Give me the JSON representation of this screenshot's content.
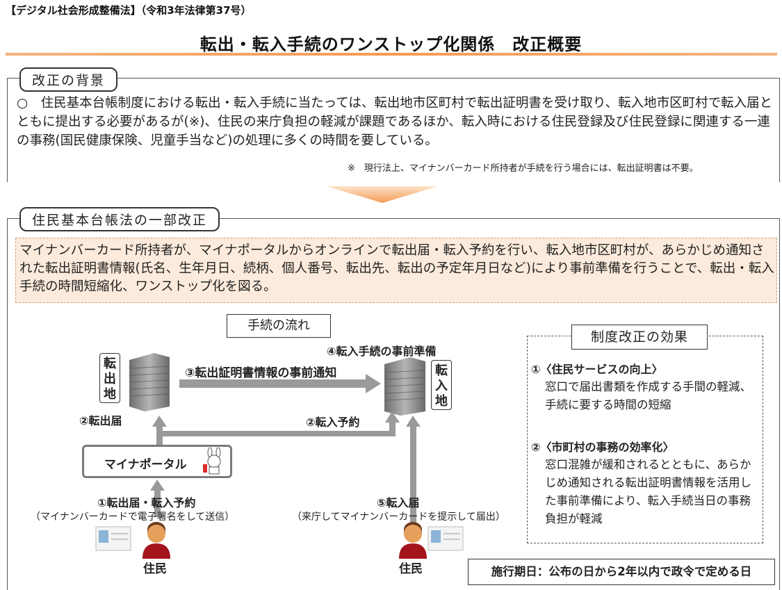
{
  "header": {
    "law_label": "【デジタル社会形成整備法】（令和3年法律第37号）",
    "title": "転出・転入手続のワンストップ化関係　改正概要"
  },
  "background": {
    "tag": "改正の背景",
    "text": "○　住民基本台帳制度における転出・転入手続に当たっては、転出地市区町村で転出証明書を受け取り、転入地市区町村で転入届とともに提出する必要があるが(※)、住民の来庁負担の軽減が課題であるほか、転入時における住民登録及び住民登録に関連する一連の事務(国民健康保険、児童手当など)の処理に多くの時間を要している。",
    "note": "※　現行法上、マイナンバーカード所持者が手続を行う場合には、転出証明書は不要。"
  },
  "revision": {
    "tag": "住民基本台帳法の一部改正",
    "summary": "マイナンバーカード所持者が、マイナポータルからオンラインで転出届・転入予約を行い、転入地市区町村が、あらかじめ通知された転出証明書情報(氏名、生年月日、続柄、個人番号、転出先、転出の予定年月日など)により事前準備を行うことで、転出・転入手続の時間短縮化、ワンストップ化を図る。"
  },
  "flow": {
    "title": "手続の流れ",
    "origin_label": "転出地",
    "dest_label": "転入地",
    "step4": "④転入手続の事前準備",
    "step3": "③転出証明書情報の事前通知",
    "step2a": "②転出届",
    "step2b": "②転入予約",
    "portal": "マイナポータル",
    "step1": "①転出届・転入予約",
    "step1_sub": "（マイナンバーカードで電子署名をして送信）",
    "step5": "⑤転入届",
    "step5_sub": "（来庁してマイナンバーカードを提示して届出）",
    "resident_left": "住民",
    "resident_right": "住民"
  },
  "effects": {
    "title": "制度改正の効果",
    "item1_head": "①〈住民サービスの向上〉",
    "item1_body": "窓口で届出書類を作成する手間の軽減、手続に要する時間の短縮",
    "item2_head": "②〈市町村の事務の効率化〉",
    "item2_body": "窓口混雑が緩和されるとともに、あらかじめ通知される転出証明書情報を活用した事前準備により、転入手続当日の事務負担が軽減"
  },
  "enforcement": "施行期日：公布の日から2年以内で政令で定める日",
  "colors": {
    "accent_orange": "#f59a55",
    "summary_bg": "#fcebdc",
    "server_gray": "#8a8a8a",
    "arrow_gray": "#9a9a9a",
    "person_red": "#a4141c",
    "person_skin": "#e5a05c"
  }
}
